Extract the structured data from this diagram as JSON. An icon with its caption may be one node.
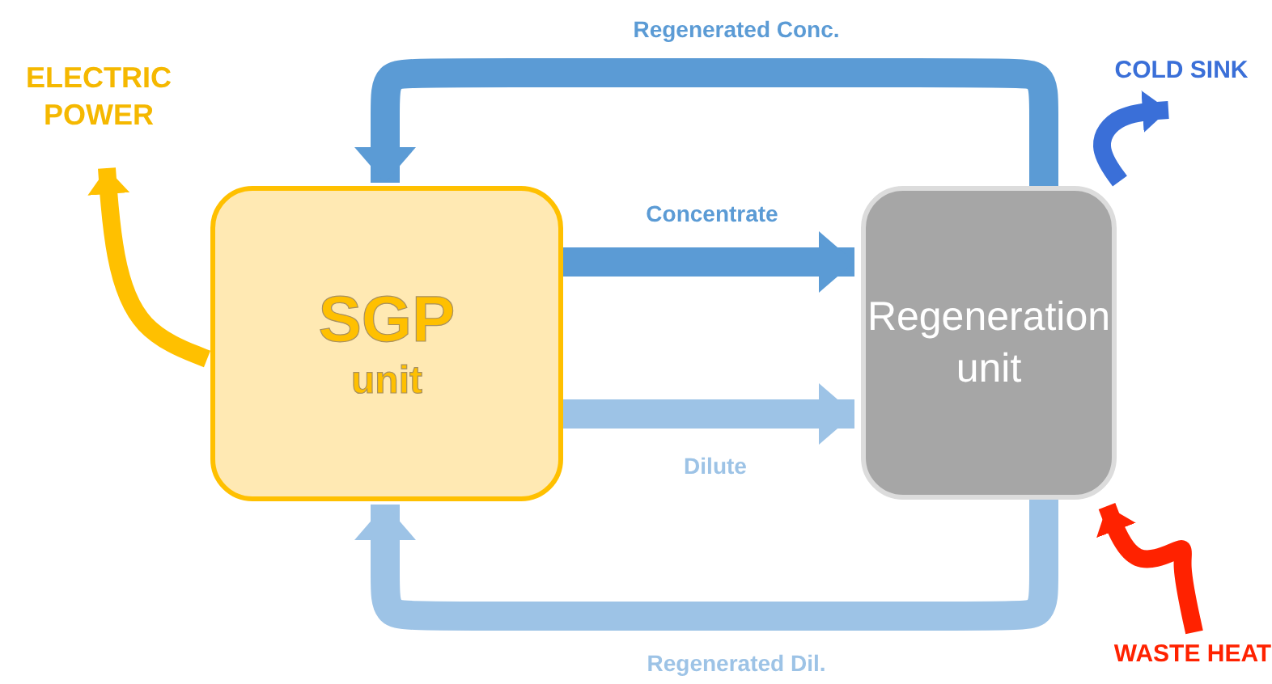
{
  "diagram": {
    "nodes": [
      {
        "text": [
          "SGP",
          "unit"
        ]
      },
      {
        "text": [
          "Regeneration unit"
        ]
      },
      {
        "text": [
          "ELECTRIC POWER"
        ]
      },
      {
        "text": [
          "COLD SINK"
        ]
      },
      {
        "text": [
          "WASTE HEAT"
        ]
      }
    ],
    "edges": [
      {
        "from": 0,
        "to": 1,
        "arrow": "to",
        "label": "Concentrate",
        "color": "#5b9bd5"
      },
      {
        "from": 0,
        "to": 1,
        "arrow": "to",
        "label": "Dilute",
        "color": "#9dc3e6"
      },
      {
        "from": 1,
        "to": 0,
        "arrow": "to",
        "label": "Regenerated Conc.",
        "color": "#5b9bd5"
      },
      {
        "from": 1,
        "to": 0,
        "arrow": "to",
        "label": "Regenerated Dil.",
        "color": "#9dc3e6"
      },
      {
        "from": 0,
        "to": 2,
        "arrow": "to",
        "color": "#ffc000"
      },
      {
        "from": 1,
        "to": 3,
        "arrow": "to",
        "color": "#3a6fd8"
      },
      {
        "from": 4,
        "to": 1,
        "arrow": "to",
        "color": "#ff2200"
      }
    ]
  }
}
